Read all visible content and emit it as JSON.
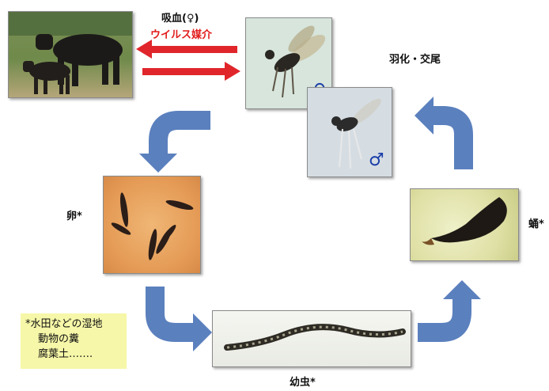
{
  "labels": {
    "blood_feeding": "吸血(♀)",
    "virus_vector": "ウイルス媒介",
    "emergence_mating": "羽化・交尾",
    "egg": "卵*",
    "pupa": "蛹*",
    "larva": "幼虫*"
  },
  "symbols": {
    "female": "♀",
    "male": "♂"
  },
  "notes": {
    "line1": "*水田などの湿地",
    "line2": "動物の糞",
    "line3": "腐葉土……."
  },
  "colors": {
    "arrow_blue": "#5b80be",
    "arrow_red": "#e0262b",
    "notes_bg": "#f6f7a8",
    "text_red": "#e21b1b",
    "symbol_blue": "#1b3ea8"
  }
}
